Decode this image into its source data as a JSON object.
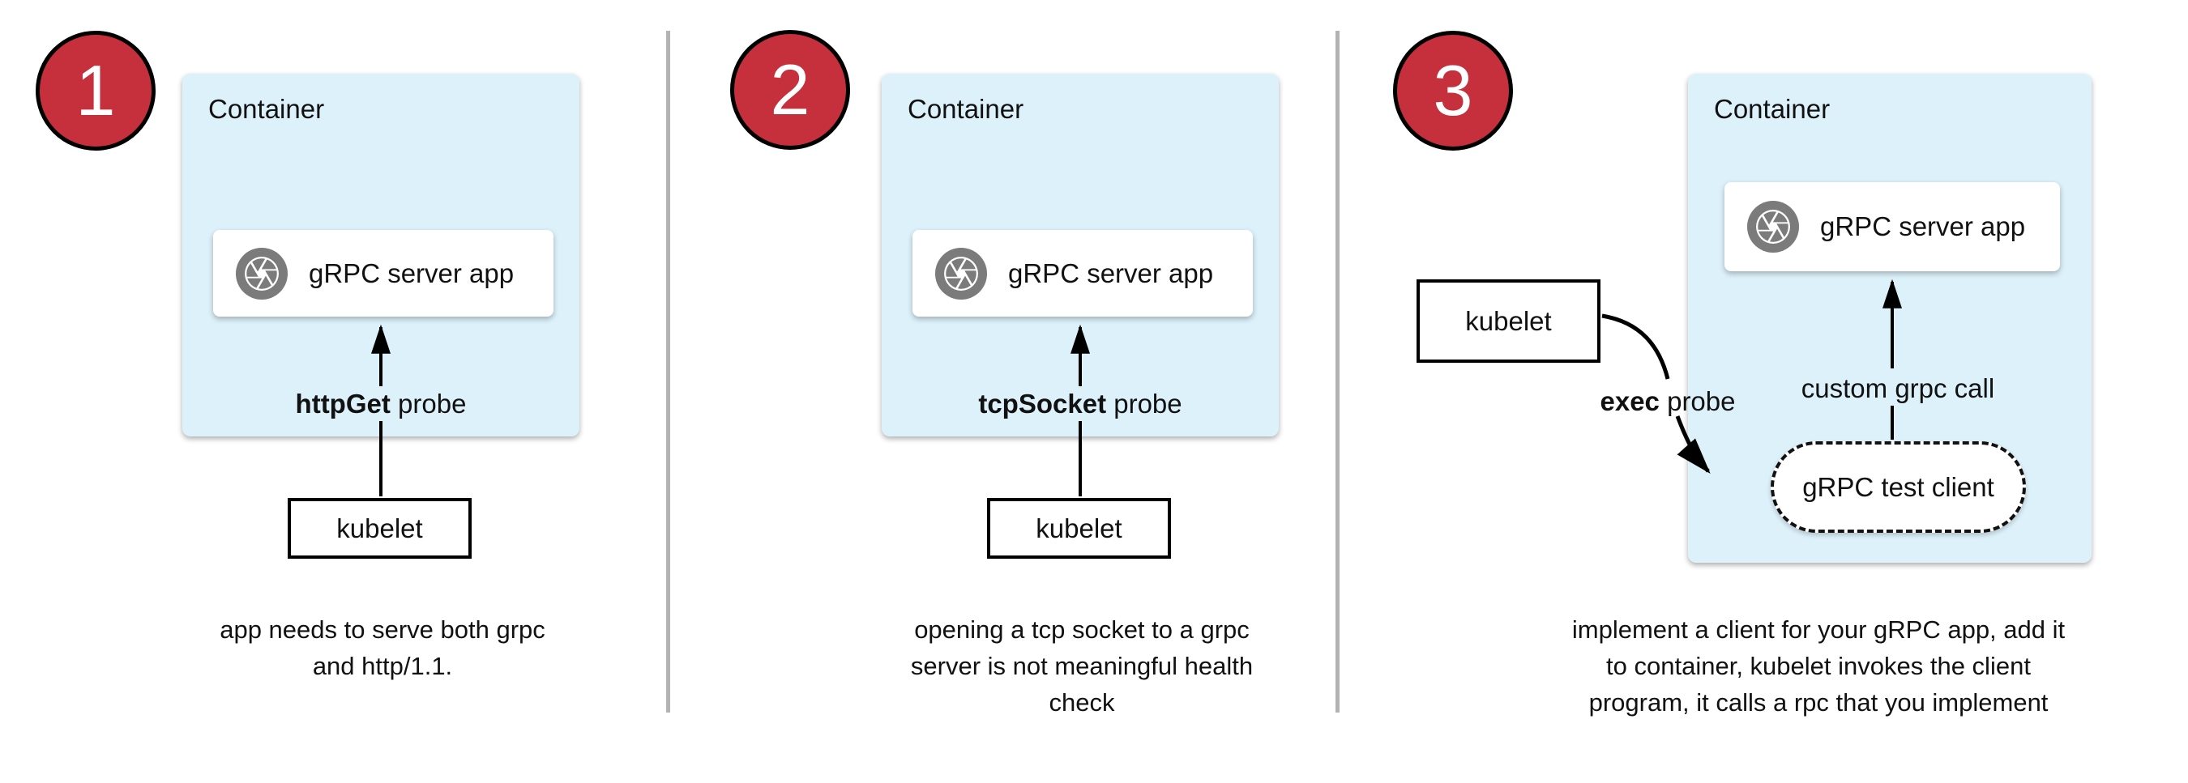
{
  "colors": {
    "step_badge": "#c62f3c",
    "container_fill": "#ddf1fb",
    "divider": "#b3b3b3",
    "icon_gray": "#7b7b7b"
  },
  "panel1": {
    "number": "1",
    "container_label": "Container",
    "app_label": "gRPC server app",
    "probe_bold": "httpGet",
    "probe_rest": "probe",
    "kubelet_label": "kubelet",
    "caption_line1": "app needs to serve both grpc",
    "caption_line2": "and http/1.1."
  },
  "panel2": {
    "number": "2",
    "container_label": "Container",
    "app_label": "gRPC server app",
    "probe_bold": "tcpSocket",
    "probe_rest": "probe",
    "kubelet_label": "kubelet",
    "caption_line1": "opening a tcp socket to a grpc",
    "caption_line2": "server is not meaningful health",
    "caption_line3": "check"
  },
  "panel3": {
    "number": "3",
    "container_label": "Container",
    "app_label": "gRPC server app",
    "probe_bold": "exec",
    "probe_rest": "probe",
    "custom_call_label": "custom grpc call",
    "test_client_label": "gRPC test client",
    "kubelet_label": "kubelet",
    "caption_line1": "implement a client for your gRPC app, add it",
    "caption_line2": "to container, kubelet invokes the client",
    "caption_line3": "program, it calls a rpc that you implement"
  }
}
